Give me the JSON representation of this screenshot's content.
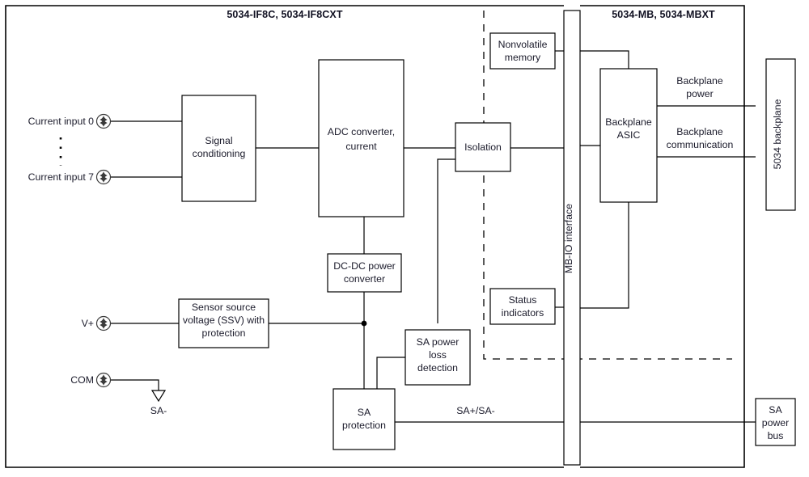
{
  "diagram": {
    "modules": [
      {
        "id": "io-module",
        "title": "5034-IF8C, 5034-IF8CXT"
      },
      {
        "id": "mb-module",
        "title": "5034-MB, 5034-MBXT"
      }
    ],
    "blocks": {
      "signal_conditioning": "Signal\nconditioning",
      "signal_conditioning_l1": "Signal",
      "signal_conditioning_l2": "conditioning",
      "adc_converter_l1": "ADC converter,",
      "adc_converter_l2": "current",
      "isolation": "Isolation",
      "nonvolatile_memory_l1": "Nonvolatile",
      "nonvolatile_memory_l2": "memory",
      "backplane_asic_l1": "Backplane",
      "backplane_asic_l2": "ASIC",
      "backplane_5034": "5034 backplane",
      "mb_io_interface": "MB-IO interface",
      "dcdc_converter_l1": "DC-DC power",
      "dcdc_converter_l2": "converter",
      "ssv_l1": "Sensor source",
      "ssv_l2": "voltage (SSV) with",
      "ssv_l3": "protection",
      "status_indicators_l1": "Status",
      "status_indicators_l2": "indicators",
      "sa_power_loss_l1": "SA power",
      "sa_power_loss_l2": "loss",
      "sa_power_loss_l3": "detection",
      "sa_protection_l1": "SA",
      "sa_protection_l2": "protection",
      "sa_power_bus_l1": "SA",
      "sa_power_bus_l2": "power",
      "sa_power_bus_l3": "bus"
    },
    "terminals": [
      {
        "id": "current-input-0",
        "label": "Current input 0"
      },
      {
        "id": "current-input-7",
        "label": "Current input 7"
      },
      {
        "id": "v-plus",
        "label": "V+"
      },
      {
        "id": "com",
        "label": "COM"
      }
    ],
    "wire_labels": {
      "backplane_power_l1": "Backplane",
      "backplane_power_l2": "power",
      "backplane_communication_l1": "Backplane",
      "backplane_communication_l2": "communication",
      "sa_pair": "SA+/SA-",
      "sa_minus": "SA-"
    },
    "colors": {
      "line": "#000000",
      "text": "#1b1b2b",
      "background": "#ffffff"
    }
  }
}
